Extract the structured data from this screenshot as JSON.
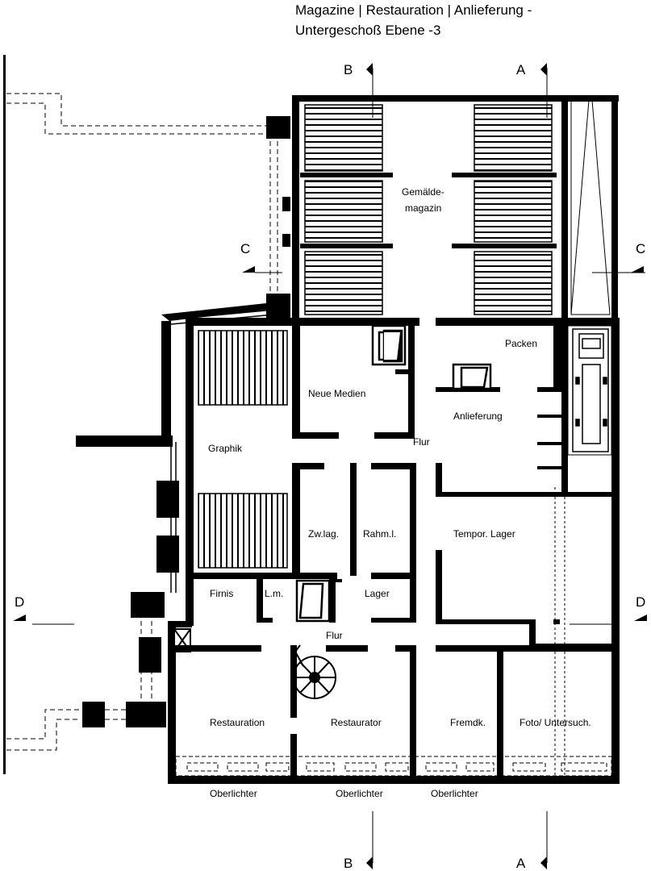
{
  "title": {
    "line1": "Magazine | Restauration | Anlieferung -",
    "line2": "Untergeschoß  Ebene -3"
  },
  "section_marks": {
    "b_top": "B",
    "a_top": "A",
    "c_left": "C",
    "c_right": "C",
    "d_left": "D",
    "d_right": "D",
    "b_bottom": "B",
    "a_bottom": "A"
  },
  "rooms": {
    "gemaelde_1": "Gemälde-",
    "gemaelde_2": "magazin",
    "packen": "Packen",
    "neue_medien": "Neue Medien",
    "anlieferung": "Anlieferung",
    "flur_upper": "Flur",
    "graphik": "Graphik",
    "zwlag": "Zw.lag.",
    "rahml": "Rahm.l.",
    "tempor_lager": "Tempor. Lager",
    "firnis": "Firnis",
    "lm": "L.m.",
    "lager": "Lager",
    "flur_lower": "Flur",
    "restauration": "Restauration",
    "restaurator": "Restaurator",
    "fremdk": "Fremdk.",
    "foto": "Foto/ Untersuch."
  },
  "notes": {
    "oberlichter_1": "Oberlichter",
    "oberlichter_2": "Oberlichter",
    "oberlichter_3": "Oberlichter"
  }
}
